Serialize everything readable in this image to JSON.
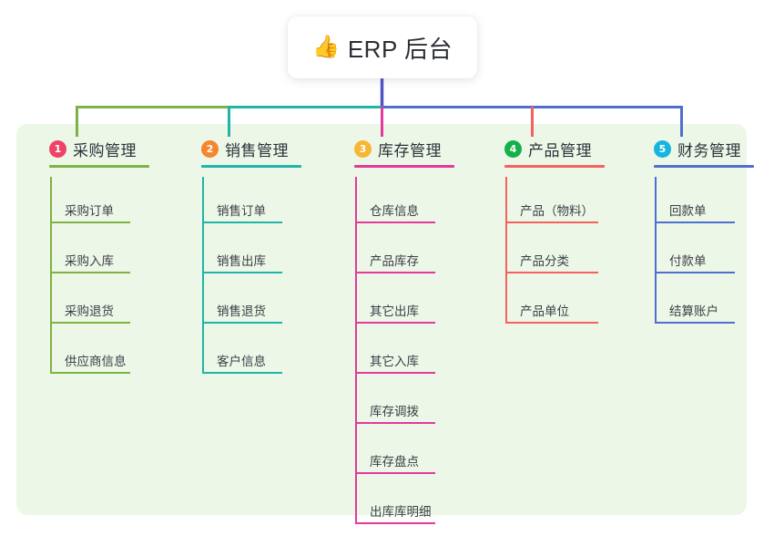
{
  "root": {
    "icon": "thumbs-up-icon",
    "icon_glyph": "👍",
    "title": "ERP 后台"
  },
  "palette": {
    "page_background": "#ffffff",
    "panel_background": "#edf7e8",
    "card_background": "#ffffff",
    "root_connector": "#4f56c4",
    "text_primary": "#2d3238",
    "text_leaf": "#3a3f45"
  },
  "diagram": {
    "type": "mindmap",
    "levels": 2,
    "branch_count": 5,
    "columns": [
      {
        "index": "1",
        "label": "采购管理",
        "badge_color": "#ee4266",
        "line_color": "#7cb342",
        "items": [
          "采购订单",
          "采购入库",
          "采购退货",
          "供应商信息"
        ]
      },
      {
        "index": "2",
        "label": "销售管理",
        "badge_color": "#f5862e",
        "line_color": "#1fb5a8",
        "items": [
          "销售订单",
          "销售出库",
          "销售退货",
          "客户信息"
        ]
      },
      {
        "index": "3",
        "label": "库存管理",
        "badge_color": "#f7b733",
        "line_color": "#e5399b",
        "items": [
          "仓库信息",
          "产品库存",
          "其它出库",
          "其它入库",
          "库存调拨",
          "库存盘点",
          "出库库明细"
        ]
      },
      {
        "index": "4",
        "label": "产品管理",
        "badge_color": "#16b04a",
        "line_color": "#f4615e",
        "items": [
          "产品（物料）",
          "产品分类",
          "产品单位"
        ]
      },
      {
        "index": "5",
        "label": "财务管理",
        "badge_color": "#16b5e0",
        "line_color": "#4f6fd0",
        "items": [
          "回款单",
          "付款单",
          "结算账户"
        ]
      }
    ]
  }
}
